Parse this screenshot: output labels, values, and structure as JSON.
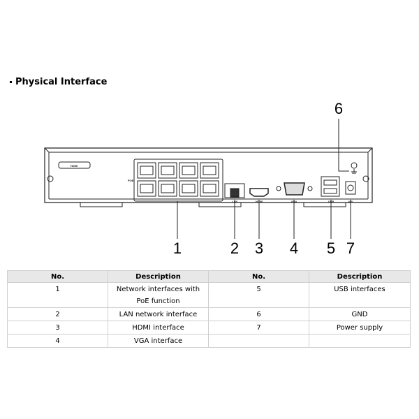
{
  "section": {
    "title": "Physical Interface"
  },
  "device": {
    "logo": "HDMI",
    "port_labels": {
      "poe": "POE",
      "lan": "LAN",
      "hdmi": "HDMI",
      "vga": "VGA",
      "usb": "USB",
      "power": "48V"
    },
    "callouts": [
      "1",
      "2",
      "3",
      "4",
      "5",
      "6",
      "7"
    ]
  },
  "table": {
    "headers": [
      "No.",
      "Description",
      "No.",
      "Description"
    ],
    "rows": [
      [
        "1",
        "Network interfaces with PoE function",
        "5",
        "USB interfaces"
      ],
      [
        "2",
        "LAN network interface",
        "6",
        "GND"
      ],
      [
        "3",
        "HDMI interface",
        "7",
        "Power supply"
      ],
      [
        "4",
        "VGA interface",
        "",
        ""
      ]
    ]
  }
}
